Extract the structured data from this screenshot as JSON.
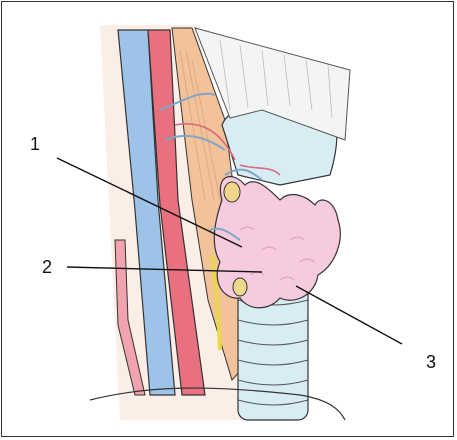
{
  "labels": {
    "one": "1",
    "two": "2",
    "three": "3"
  },
  "colors": {
    "artery": "#e8707f",
    "vein": "#9ec3e8",
    "muscle": "#f2c29a",
    "thyroid": "#f6cbdd",
    "cartilage": "#d8ecf4",
    "nerve": "#e8d84a",
    "outline": "#333333"
  }
}
